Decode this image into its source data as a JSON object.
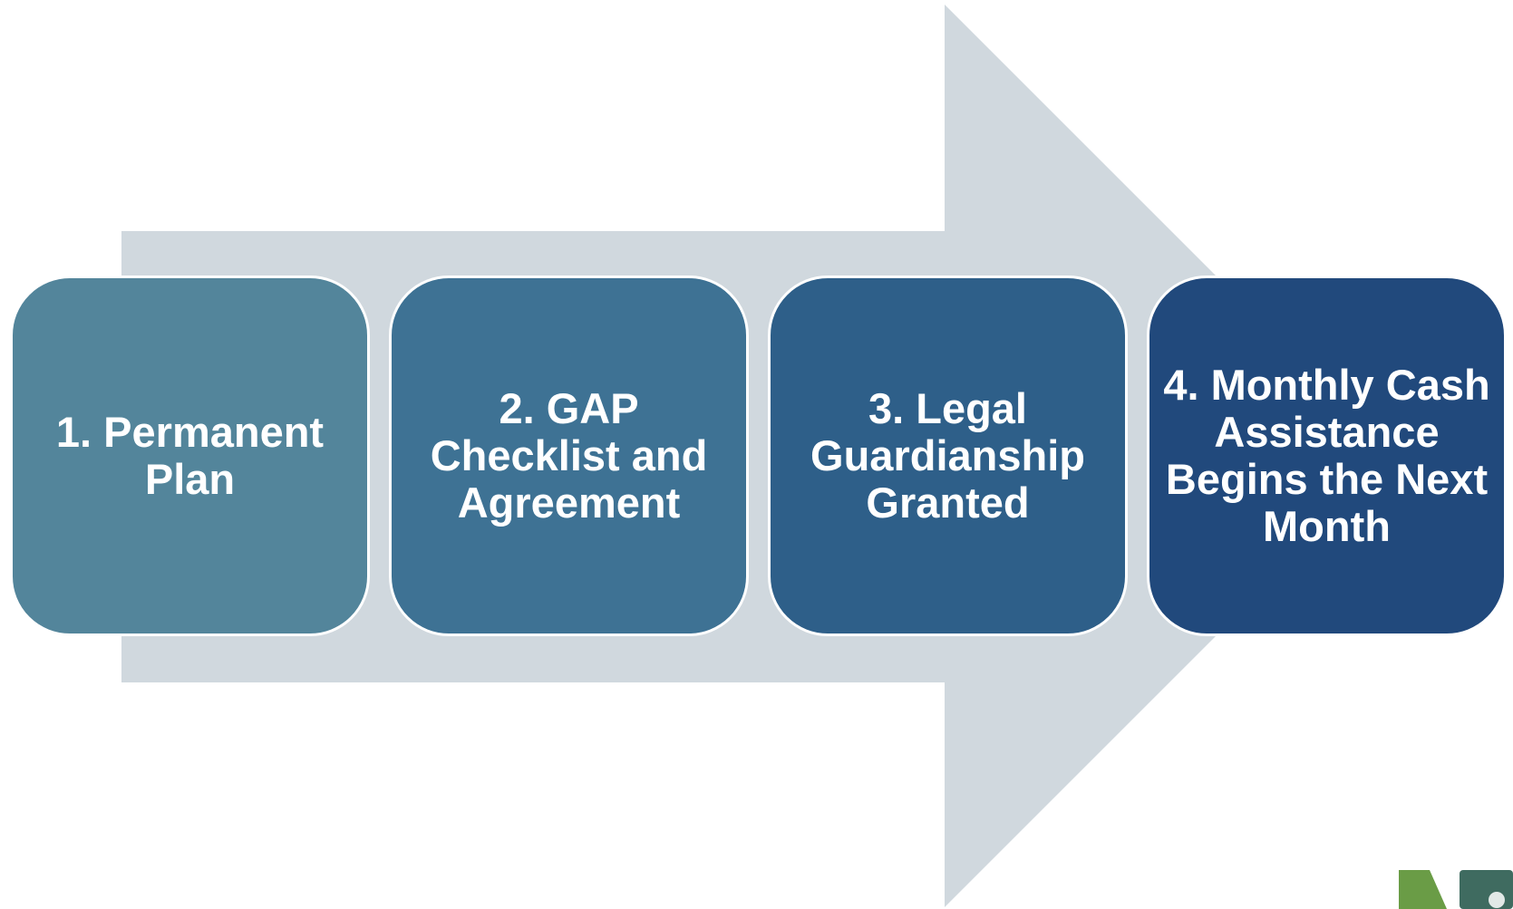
{
  "colors": {
    "arrow": "#d0d8de",
    "step_border": "#ffffff",
    "text": "#ffffff",
    "logo_green": "#6a9c46",
    "logo_teal": "#3f6b60"
  },
  "arrow_icon": "right-arrow-background-icon",
  "steps": [
    {
      "label": "1. Permanent Plan",
      "color": "#53859b"
    },
    {
      "label": "2. GAP Checklist and Agreement",
      "color": "#3e7294"
    },
    {
      "label": "3. Legal Guardianship Granted",
      "color": "#2e5f89"
    },
    {
      "label": "4. Monthly Cash Assistance Begins the Next Month",
      "color": "#21497c"
    }
  ],
  "logo_icon": "organization-logo-icon"
}
